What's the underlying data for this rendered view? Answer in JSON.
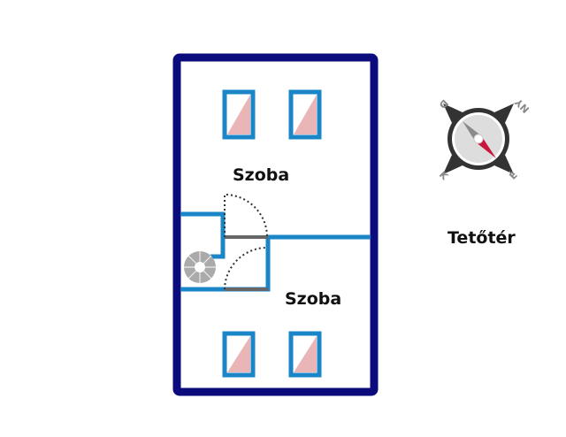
{
  "rooms": [
    {
      "label": "Szoba"
    },
    {
      "label": "Szoba"
    }
  ],
  "floor_label": "Tetőtér",
  "compass": {
    "north": "NY",
    "west": "D",
    "south": "K",
    "east": "É"
  },
  "colors": {
    "outer_wall": "#0b0b7e",
    "inner_wall": "#1a86c8",
    "window_glass": "#e9b5b7",
    "door": "#666666",
    "needle_north": "#8a8a8a",
    "needle_south": "#c8163c"
  }
}
